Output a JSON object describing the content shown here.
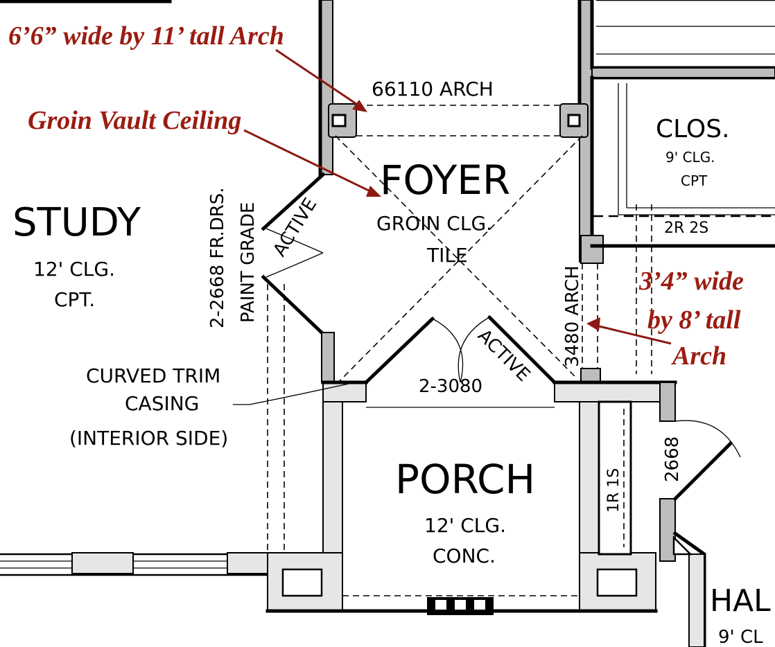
{
  "rooms": {
    "study": {
      "name": "STUDY",
      "ceiling": "12' CLG.",
      "floor": "CPT."
    },
    "foyer": {
      "name": "FOYER",
      "ceiling": "GROIN CLG.",
      "floor": "TILE"
    },
    "closet": {
      "name": "CLOS.",
      "ceiling": "9' CLG.",
      "floor": "CPT"
    },
    "porch": {
      "name": "PORCH",
      "ceiling": "12' CLG.",
      "floor": "CONC."
    },
    "hall": {
      "name": "HAL",
      "ceiling": "9' CL"
    }
  },
  "plan_labels": {
    "arch_top": "66110 ARCH",
    "arch_side": "3480 ARCH",
    "french_doors_line1": "2-2668 FR.DRS.",
    "french_doors_line2": "PAINT GRADE",
    "active_left": "ACTIVE",
    "active_front": "ACTIVE",
    "front_door": "2-3080",
    "curved_trim_line1": "CURVED TRIM",
    "curved_trim_line2": "CASING",
    "curved_trim_line3": "(INTERIOR SIDE)",
    "shelf_closet": "2R 2S",
    "shelf_porch": "1R 1S",
    "hall_door": "2668"
  },
  "annotations": {
    "arch_top": "6’6” wide by 11’ tall Arch",
    "groin": "Groin Vault Ceiling",
    "arch_side_line1": "3’4” wide",
    "arch_side_line2": "by 8’ tall",
    "arch_side_line3": "Arch"
  },
  "colors": {
    "annotation": "#9b1c12",
    "wall_fill": "#bdbdbd",
    "brick_fill": "#e6e6e6"
  }
}
